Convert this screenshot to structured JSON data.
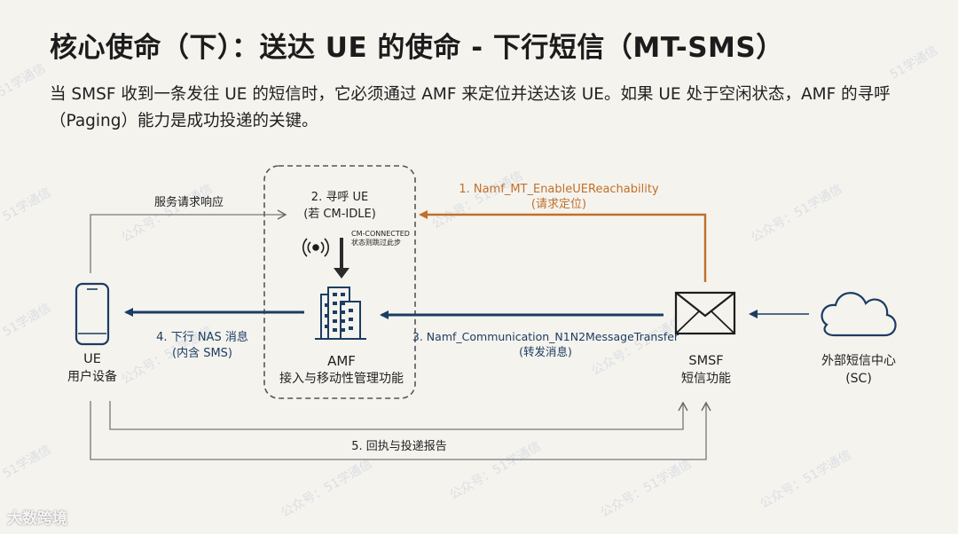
{
  "title": "核心使命（下）：送达 UE 的使命 - 下行短信（MT-SMS）",
  "intro": "当 SMSF 收到一条发往 UE 的短信时，它必须通过 AMF 来定位并送达该 UE。如果 UE 处于空闲状态，AMF 的寻呼（Paging）能力是成功投递的关键。",
  "nodes": {
    "ue": {
      "name": "UE",
      "desc": "用户设备"
    },
    "amf": {
      "name": "AMF",
      "desc": "接入与移动性管理功能"
    },
    "smsf": {
      "name": "SMSF",
      "desc": "短信功能"
    },
    "sc": {
      "name": "外部短信中心",
      "desc": "(SC)"
    }
  },
  "steps": {
    "step1": {
      "label": "1. Namf_MT_EnableUEReachability",
      "sub": "(请求定位)"
    },
    "step2": {
      "label": "2. 寻呼 UE",
      "sub": "(若 CM-IDLE)"
    },
    "skip_note": {
      "line1": "CM-CONNECTED",
      "line2": "状态则跳过此步"
    },
    "service_response": "服务请求响应",
    "step3": {
      "label": "3. Namf_Communication_N1N2MessageTransfer",
      "sub": "(转发消息)"
    },
    "step4": {
      "label": "4. 下行 NAS 消息",
      "sub": "(内含 SMS)"
    },
    "step5": "5. 回执与投递报告"
  },
  "watermark": [
    "51学通信",
    "公众号：51学通信"
  ],
  "brand_logo": "大数跨境",
  "colors": {
    "navy": "#1b3d63",
    "orange": "#c0702a",
    "gray_line": "#777777",
    "background": "#f5f3ee"
  },
  "icons": [
    "phone-icon",
    "paging-signal-icon",
    "building-icon",
    "envelope-icon",
    "cloud-icon"
  ]
}
